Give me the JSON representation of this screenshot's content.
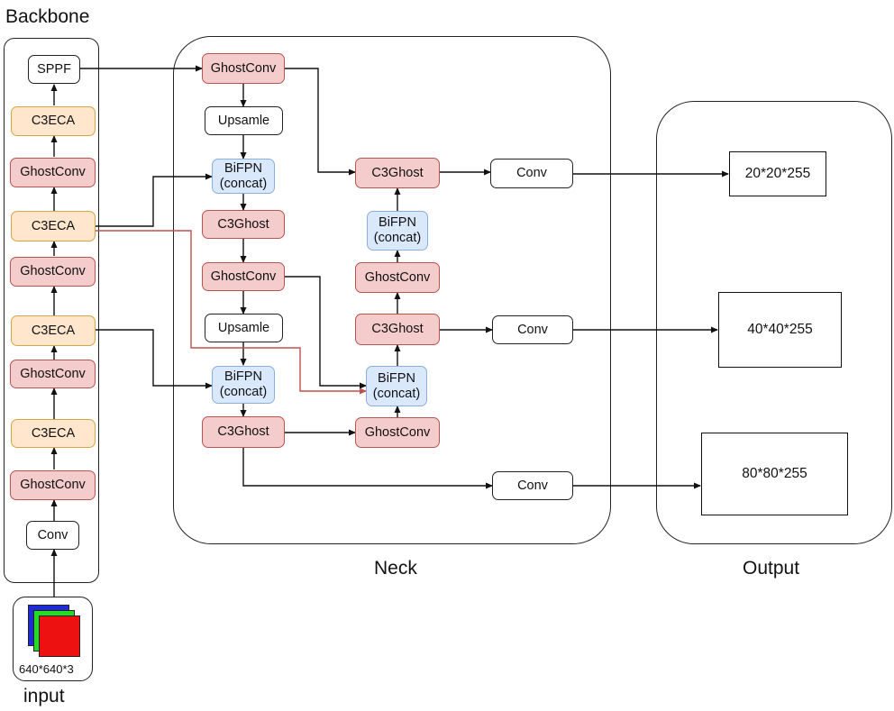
{
  "groups": {
    "backbone": "Backbone",
    "neck": "Neck",
    "output": "Output",
    "input": "input"
  },
  "input_size": "640*640*3",
  "input_stack_colors": [
    "#1f2bd6",
    "#22dd22",
    "#ee1111"
  ],
  "backbone": [
    "SPPF",
    "C3ECA",
    "GhostConv",
    "C3ECA",
    "GhostConv",
    "C3ECA",
    "GhostConv",
    "C3ECA",
    "GhostConv",
    "Conv"
  ],
  "neck": {
    "left": [
      "GhostConv",
      "Upsamle",
      "BiFPN\n(concat)",
      "C3Ghost",
      "GhostConv",
      "Upsamle",
      "BiFPN\n(concat)",
      "C3Ghost"
    ],
    "right": [
      "C3Ghost",
      "BiFPN\n(concat)",
      "GhostConv",
      "C3Ghost",
      "BiFPN\n(concat)",
      "GhostConv"
    ],
    "heads": [
      "Conv",
      "Conv",
      "Conv"
    ]
  },
  "outputs": [
    "20*20*255",
    "40*40*255",
    "80*80*255"
  ],
  "colors": {
    "ghostconv_fill": "#f5cccc",
    "c3eca_fill": "#ffe6cc",
    "bifpn_fill": "#dae8fc",
    "highlight_edge": "#c0504d"
  }
}
